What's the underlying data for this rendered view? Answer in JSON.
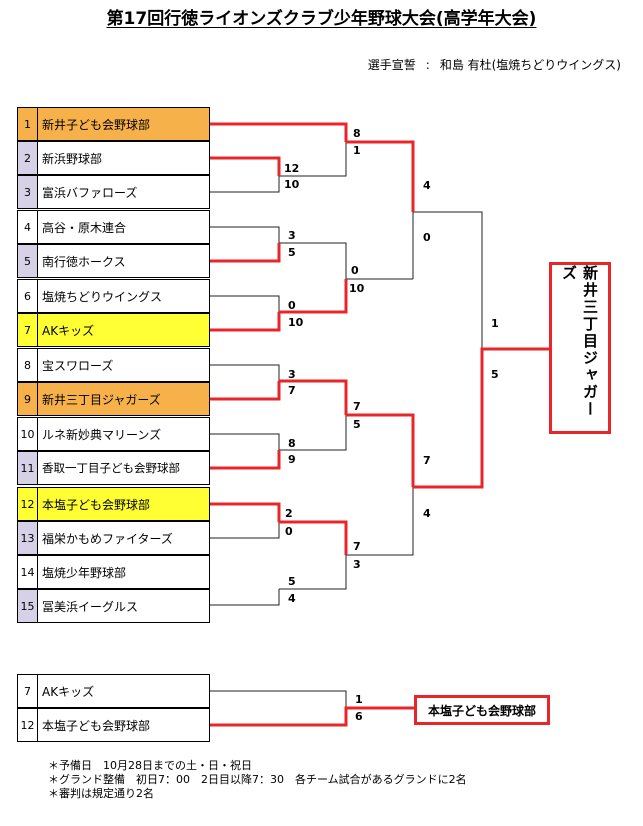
{
  "title": "第17回行徳ライオンズクラブ少年野球大会(高学年大会)",
  "oath": {
    "label": "選手宣誓",
    "separator": ":",
    "player": "和島 有杜(塩焼ちどりウイングス)"
  },
  "colors": {
    "winner_line": "#e8262a",
    "orange": "#f7b14a",
    "yellow": "#ffff33",
    "lavender": "#d7d1e7"
  },
  "teams": [
    {
      "seed": "1",
      "name": "新井子ども会野球部"
    },
    {
      "seed": "2",
      "name": "新浜野球部"
    },
    {
      "seed": "3",
      "name": "富浜バファローズ"
    },
    {
      "seed": "4",
      "name": "高谷・原木連合"
    },
    {
      "seed": "5",
      "name": "南行徳ホークス"
    },
    {
      "seed": "6",
      "name": "塩焼ちどりウイングス"
    },
    {
      "seed": "7",
      "name": "AKキッズ"
    },
    {
      "seed": "8",
      "name": "宝スワローズ"
    },
    {
      "seed": "9",
      "name": "新井三丁目ジャガーズ"
    },
    {
      "seed": "10",
      "name": "ルネ新妙典マリーンズ"
    },
    {
      "seed": "11",
      "name": "香取一丁目子ども会野球部"
    },
    {
      "seed": "12",
      "name": "本塩子ども会野球部"
    },
    {
      "seed": "13",
      "name": "福栄かもめファイターズ"
    },
    {
      "seed": "14",
      "name": "塩焼少年野球部"
    },
    {
      "seed": "15",
      "name": "冨美浜イーグルス"
    }
  ],
  "scores": {
    "r1_2v3": [
      "12",
      "10"
    ],
    "r1_4v5": [
      "3",
      "5"
    ],
    "r1_6v7": [
      "0",
      "10"
    ],
    "r1_8v9": [
      "3",
      "7"
    ],
    "r1_10v11": [
      "8",
      "9"
    ],
    "r1_12v13": [
      "2",
      "0"
    ],
    "r1_14v15": [
      "5",
      "4"
    ],
    "qf_1v23": [
      "8",
      "1"
    ],
    "qf_45v67": [
      "0",
      "10"
    ],
    "qf_89v1011": [
      "7",
      "5"
    ],
    "qf_1213v1415": [
      "7",
      "3"
    ],
    "sf_top": [
      "4",
      "0"
    ],
    "sf_bottom": [
      "7",
      "4"
    ],
    "final": [
      "1",
      "5"
    ]
  },
  "champion": "新井三丁目ジャガーズ",
  "third_place": {
    "teams": [
      {
        "seed": "7",
        "name": "AKキッズ"
      },
      {
        "seed": "12",
        "name": "本塩子ども会野球部"
      }
    ],
    "scores": [
      "1",
      "6"
    ],
    "winner": "本塩子ども会野球部"
  },
  "notes": [
    "＊予備日　10月28日までの土・日・祝日",
    "＊グランド整備　初日7：00　2日目以降7：30　各チーム試合があるグランドに2名",
    "＊審判は規定通り2名"
  ]
}
